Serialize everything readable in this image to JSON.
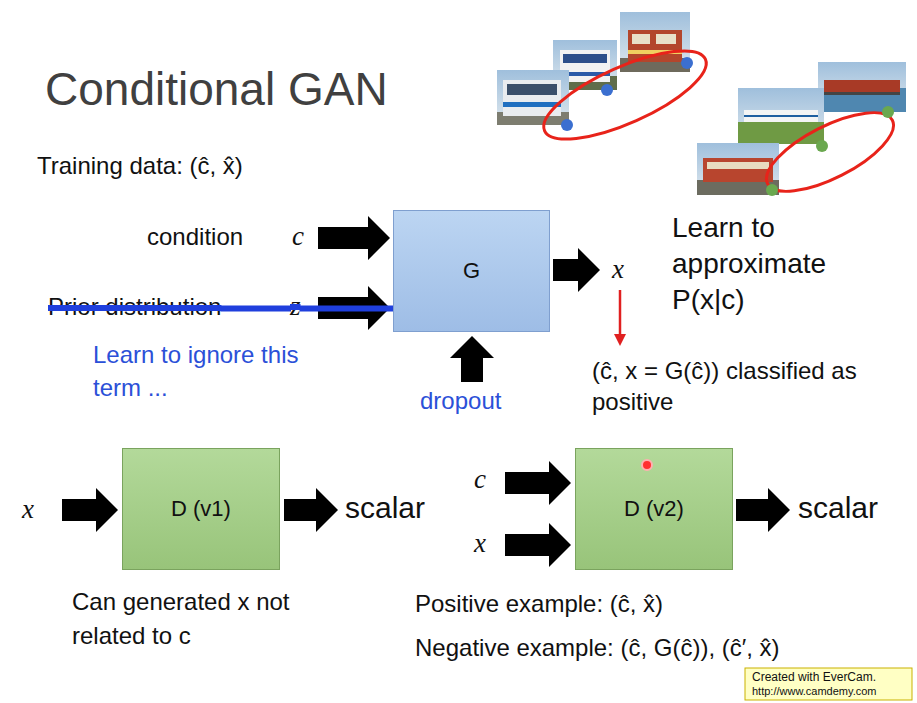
{
  "diagram": {
    "title": "Conditional GAN",
    "nodes": [
      {
        "text": [
          "G"
        ]
      },
      {
        "text": [
          "D (v1)"
        ]
      },
      {
        "text": [
          "D (v2)"
        ]
      }
    ],
    "labels": [
      "Training data: (ĉ, x̂)",
      "condition",
      "c",
      "Prior distribution",
      "z",
      "Learn to ignore this term ...",
      "dropout",
      "x",
      "Learn to approximate P(x|c)",
      "(ĉ, x = G(ĉ)) classified as positive",
      "x",
      "scalar",
      "Can generated x not related to c",
      "c",
      "x",
      "scalar",
      "Positive example: (ĉ, x̂)",
      "Negative example: (ĉ, G(ĉ)), (ĉ′, x̂)",
      "Created with EverCam.",
      "http://www.camdemy.com"
    ]
  }
}
